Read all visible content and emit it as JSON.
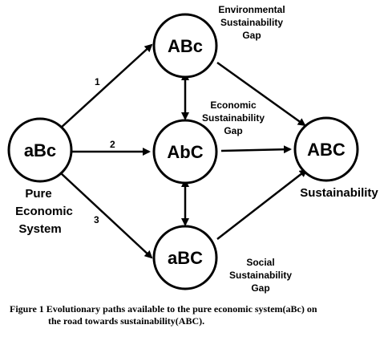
{
  "nodes": {
    "pure": "aBc",
    "env": "ABc",
    "eco": "AbC",
    "soc": "aBC",
    "sus": "ABC"
  },
  "labels": {
    "env_gap": [
      "Environmental",
      "Sustainability",
      "Gap"
    ],
    "eco_gap": [
      "Economic",
      "Sustainability",
      "Gap"
    ],
    "soc_gap": [
      "Social",
      "Sustainability",
      "Gap"
    ],
    "pure": [
      "Pure",
      "Economic",
      "System"
    ],
    "sustainability": "Sustainability"
  },
  "paths": {
    "p1": "1",
    "p2": "2",
    "p3": "3"
  },
  "caption": {
    "line1": "Figure 1  Evolutionary paths available to the pure economic system(aBc) on",
    "line2": "the road towards sustainability(ABC)."
  }
}
